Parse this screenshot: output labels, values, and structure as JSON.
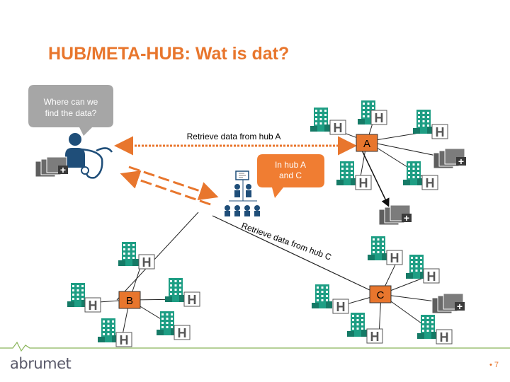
{
  "title": "HUB/META-HUB: Wat is dat?",
  "bubble_question": [
    "Where can we",
    "find the data?"
  ],
  "arrow_label": "Retrieve data from hub A",
  "bubble_answer": [
    "In hub A",
    "and C"
  ],
  "rotated_label": "Retrieve data from hub C",
  "hubs": {
    "a": "A",
    "b": "B",
    "c": "C"
  },
  "hospital_letter": "H",
  "logo": "abrumet",
  "page_number": "7",
  "page_number_prefix": "•",
  "icons": [
    "doctor-icon",
    "metahub-server-icon",
    "folder-stack-icon",
    "hospital-building-icon"
  ],
  "colors": {
    "title": "#e8762d",
    "hub_fill": "#e8762d",
    "bubble_gray": "#a6a6a6",
    "bubble_orange": "#f07d32",
    "dashed_line": "#e8762d",
    "doctor_blue": "#1f4e79"
  }
}
